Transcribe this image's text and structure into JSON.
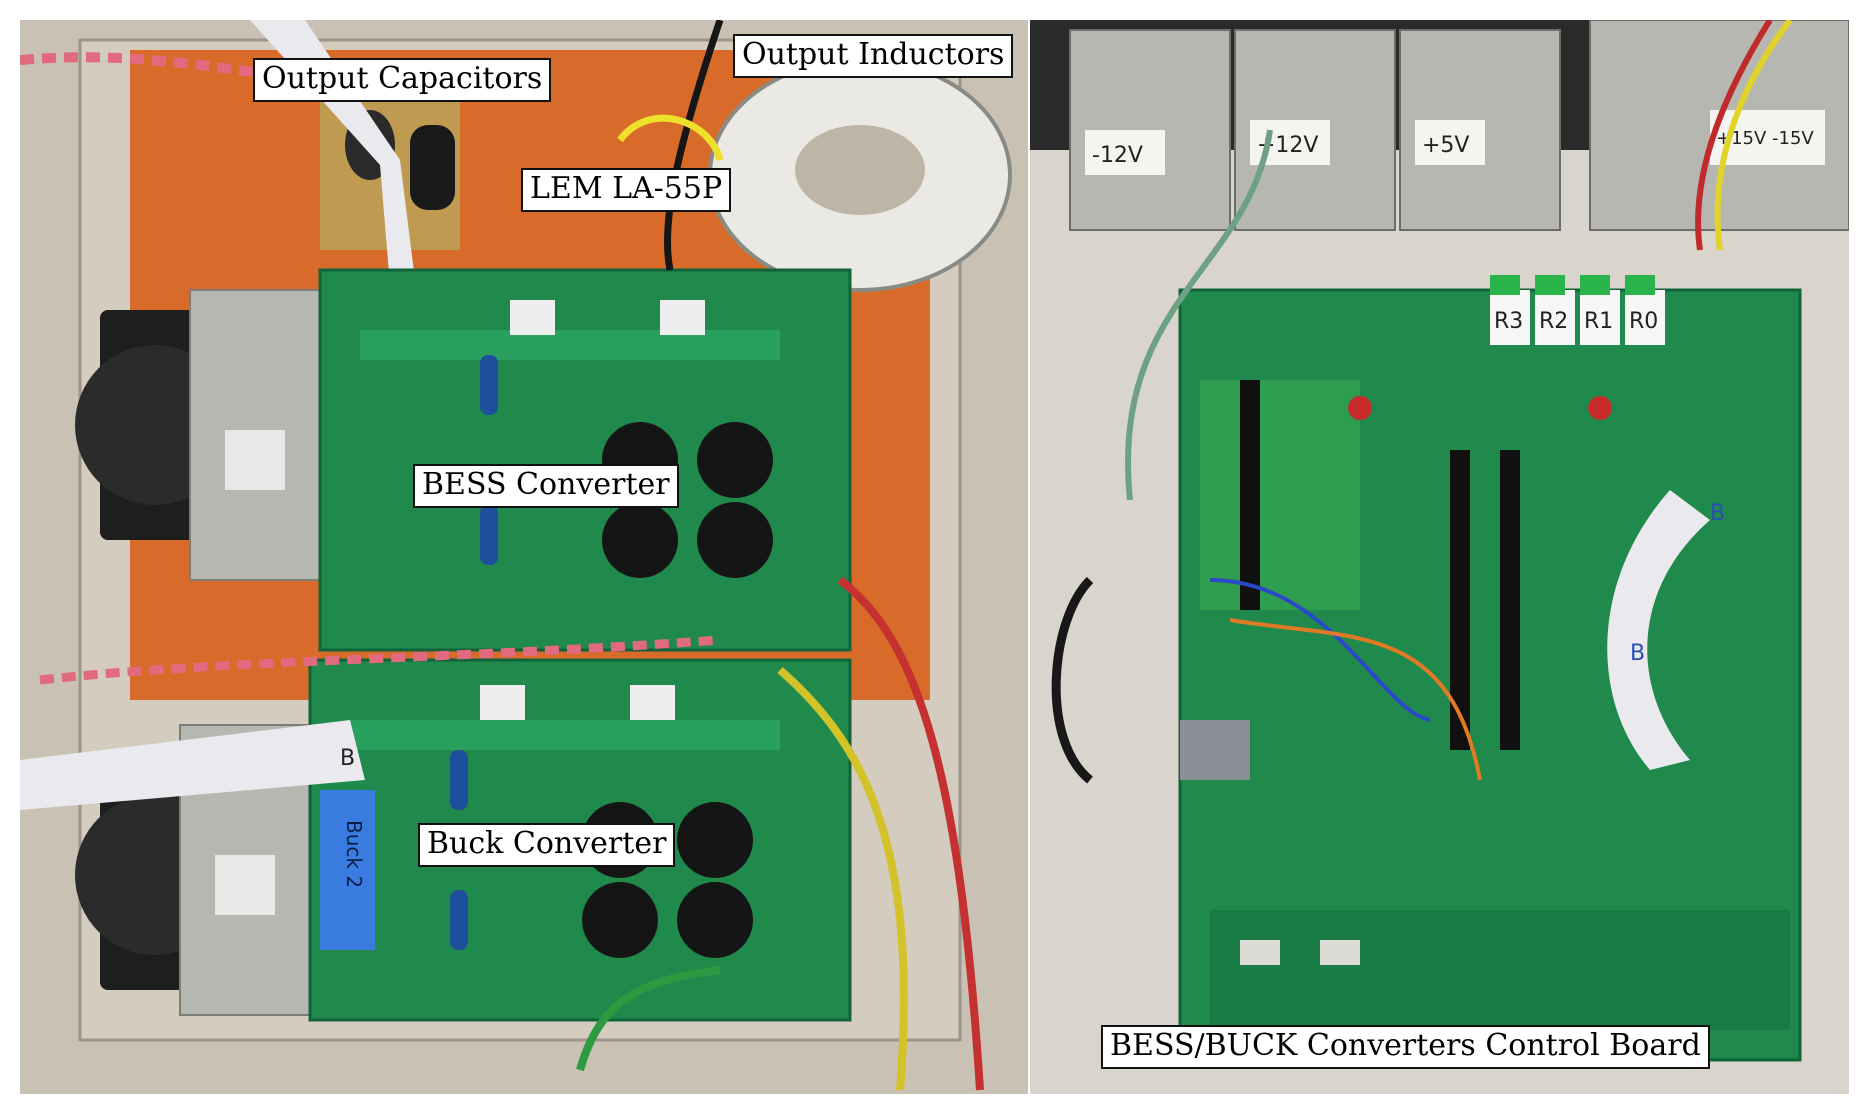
{
  "figure": {
    "labels": {
      "output_capacitors": "Output Capacitors",
      "output_inductors": "Output Inductors",
      "lem_sensor": "LEM LA-55P",
      "bess_converter": "BESS Converter",
      "buck_converter": "Buck Converter",
      "control_board": "BESS/BUCK Converters Control Board"
    },
    "panel_left": {
      "handwritten": [
        "Buck 2",
        "B"
      ]
    },
    "panel_right": {
      "psu_labels": [
        "-12V",
        "+12V",
        "+5V",
        "+15V -15V"
      ],
      "relay_labels": [
        "R3",
        "R2",
        "R1",
        "R0"
      ],
      "ribbon_labels": [
        "B",
        "B"
      ]
    },
    "colors": {
      "pcb_green": "#1f8a4c",
      "enclosure_beige": "#cfc7ba",
      "mount_plate_orange": "#d86a2a",
      "capacitor_black": "#1a1a1a",
      "psu_silver": "#b7b7b2"
    }
  }
}
